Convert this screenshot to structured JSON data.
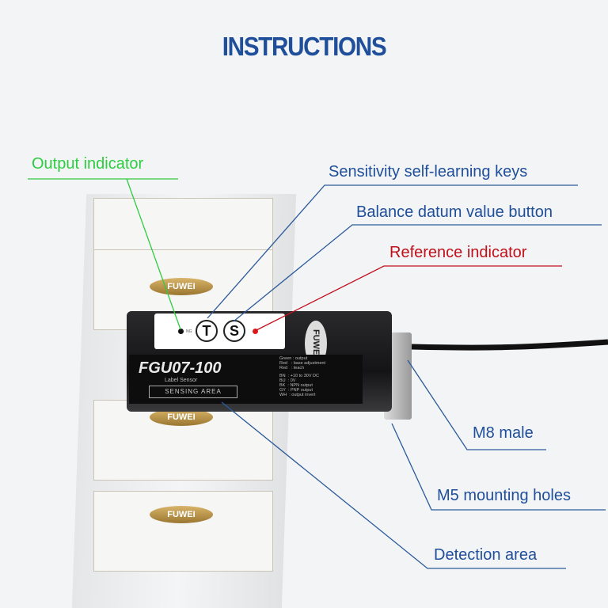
{
  "title": "INSTRUCTIONS",
  "callouts": {
    "output_indicator": "Output indicator",
    "sensitivity_keys": "Sensitivity self-learning keys",
    "balance_button": "Balance datum value button",
    "reference_indicator": "Reference indicator",
    "m8_male": "M8 male",
    "m5_holes": "M5 mounting holes",
    "detection_area": "Detection area"
  },
  "colors": {
    "title": "#1f4e9a",
    "callout_blue": "#1f4e9a",
    "callout_green": "#2ecc40",
    "callout_red": "#c0101a"
  },
  "sensor": {
    "brand": "FUWEI",
    "key_t": "T",
    "key_s": "S",
    "ng_label": "NG",
    "model": "FGU07-100",
    "type": "Label Sensor",
    "sensing": "SENSING AREA",
    "spec_leds": "Green : output\nRed   : base adjustment\nRed   : teach",
    "spec_wires": "BN  : +10 to 30V DC\nBU  : 0V\nBK  : NPN output\nGY  : PNP output\nWH  : output invert"
  },
  "label_brand": "FUWEI"
}
